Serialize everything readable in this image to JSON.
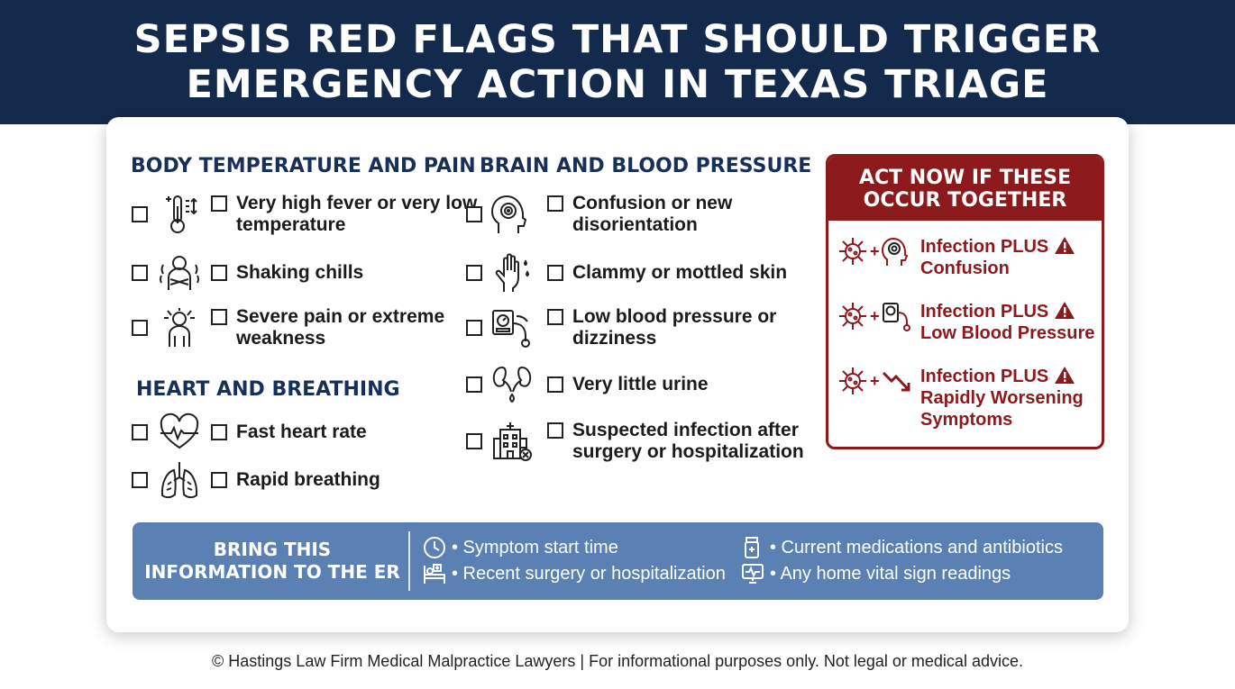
{
  "header": {
    "line1": "SEPSIS RED FLAGS THAT SHOULD TRIGGER",
    "line2": "EMERGENCY ACTION IN TEXAS TRIAGE"
  },
  "sections": {
    "body_temp": {
      "title": "BODY TEMPERATURE AND PAIN",
      "items": [
        {
          "text": "Very high fever or very low temperature",
          "icon": "thermometer-icon"
        },
        {
          "text": "Shaking chills",
          "icon": "shivering-person-icon"
        },
        {
          "text": "Severe pain or extreme weakness",
          "icon": "pain-person-icon"
        }
      ]
    },
    "heart": {
      "title": "HEART AND BREATHING",
      "items": [
        {
          "text": "Fast heart rate",
          "icon": "heartbeat-icon"
        },
        {
          "text": "Rapid breathing",
          "icon": "lungs-icon"
        }
      ]
    },
    "brain": {
      "title": "BRAIN AND BLOOD PRESSURE",
      "items": [
        {
          "text": "Confusion or new disorientation",
          "icon": "brain-head-icon"
        },
        {
          "text": "Clammy or mottled skin",
          "icon": "clammy-hand-icon"
        },
        {
          "text": "Low blood pressure or dizziness",
          "icon": "blood-pressure-icon"
        },
        {
          "text": "Very little urine",
          "icon": "kidneys-icon"
        },
        {
          "text": "Suspected infection after surgery or hospitalization",
          "icon": "hospital-icon"
        }
      ]
    }
  },
  "act_now": {
    "title_line1": "ACT NOW IF THESE",
    "title_line2": "OCCUR TOGETHER",
    "plus": "+",
    "items": [
      {
        "line1": "Infection PLUS",
        "line2": "Confusion",
        "icon": "brain-head-icon"
      },
      {
        "line1": "Infection PLUS",
        "line2": "Low Blood Pressure",
        "icon": "blood-pressure-icon"
      },
      {
        "line1": "Infection PLUS",
        "line2": "Rapidly Worsening",
        "line3": "Symptoms",
        "icon": "downtrend-arrow-icon"
      }
    ]
  },
  "er": {
    "title_line1": "BRING THIS",
    "title_line2": "INFORMATION TO THE ER",
    "items": [
      {
        "text": "• Symptom start time",
        "icon": "clock-icon"
      },
      {
        "text": "• Recent surgery or hospitalization",
        "icon": "hospital-bed-icon"
      },
      {
        "text": "• Current medications and antibiotics",
        "icon": "pill-bottle-icon"
      },
      {
        "text": "• Any home vital sign readings",
        "icon": "vitals-monitor-icon"
      }
    ]
  },
  "footer": "© Hastings Law Firm Medical Malpractice Lawyers | For informational purposes only. Not legal or medical advice.",
  "colors": {
    "navy": "#142a4c",
    "section_title": "#17305a",
    "maroon": "#8c1a1d",
    "er_blue": "#5b80b4"
  }
}
